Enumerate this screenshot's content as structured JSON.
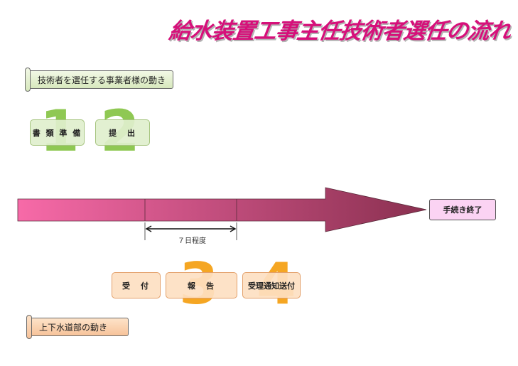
{
  "title": "給水装置工事主任技術者選任の流れ",
  "applicant_label": "技術者を選任する事業者様の動き",
  "waterworks_label": "上下水道部の動き",
  "applicant_steps": [
    {
      "number": "1",
      "label": "書 類 準 備"
    },
    {
      "number": "2",
      "label": "提　出"
    }
  ],
  "waterworks_steps": [
    {
      "label": "受　付"
    },
    {
      "number": "3",
      "label": "報　告"
    },
    {
      "number": "4",
      "label": "受理通知送付"
    }
  ],
  "duration_label": "７日程度",
  "end_label": "手続き終了",
  "colors": {
    "title": "#d6107a",
    "arrow_start": "#f76aa8",
    "arrow_end": "#8a3050",
    "applicant_accent": "#8fc853",
    "waterworks_accent": "#f5a623",
    "end_box": "#fbd3f3"
  }
}
